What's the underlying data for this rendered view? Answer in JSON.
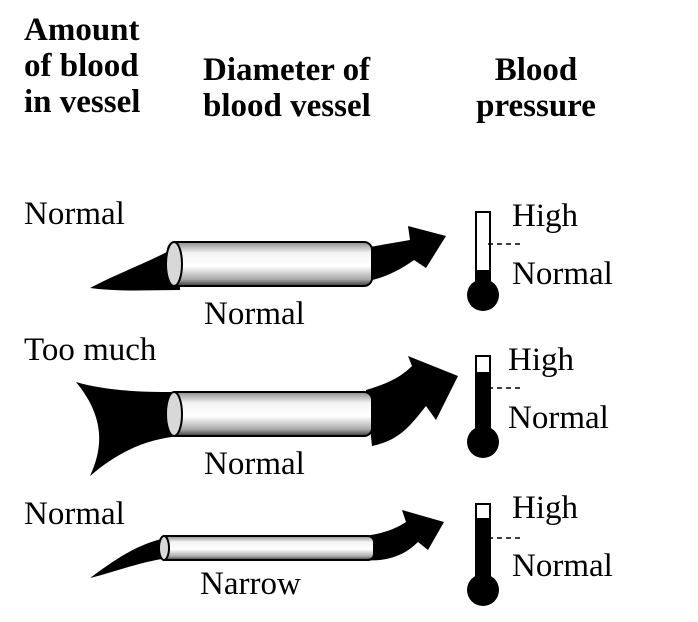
{
  "headers": {
    "amount": [
      "Amount",
      "of blood",
      "in vessel"
    ],
    "diameter": [
      "Diameter of",
      "blood vessel"
    ],
    "pressure": [
      "Blood",
      "pressure"
    ]
  },
  "rows": [
    {
      "amount": "Normal",
      "diameter": "Normal",
      "high": "High",
      "normal": "Normal",
      "pressure_level": "normal"
    },
    {
      "amount": "Too much",
      "diameter": "Normal",
      "high": "High",
      "normal": "Normal",
      "pressure_level": "high"
    },
    {
      "amount": "Normal",
      "diameter": "Narrow",
      "high": "High",
      "normal": "Normal",
      "pressure_level": "high"
    }
  ]
}
